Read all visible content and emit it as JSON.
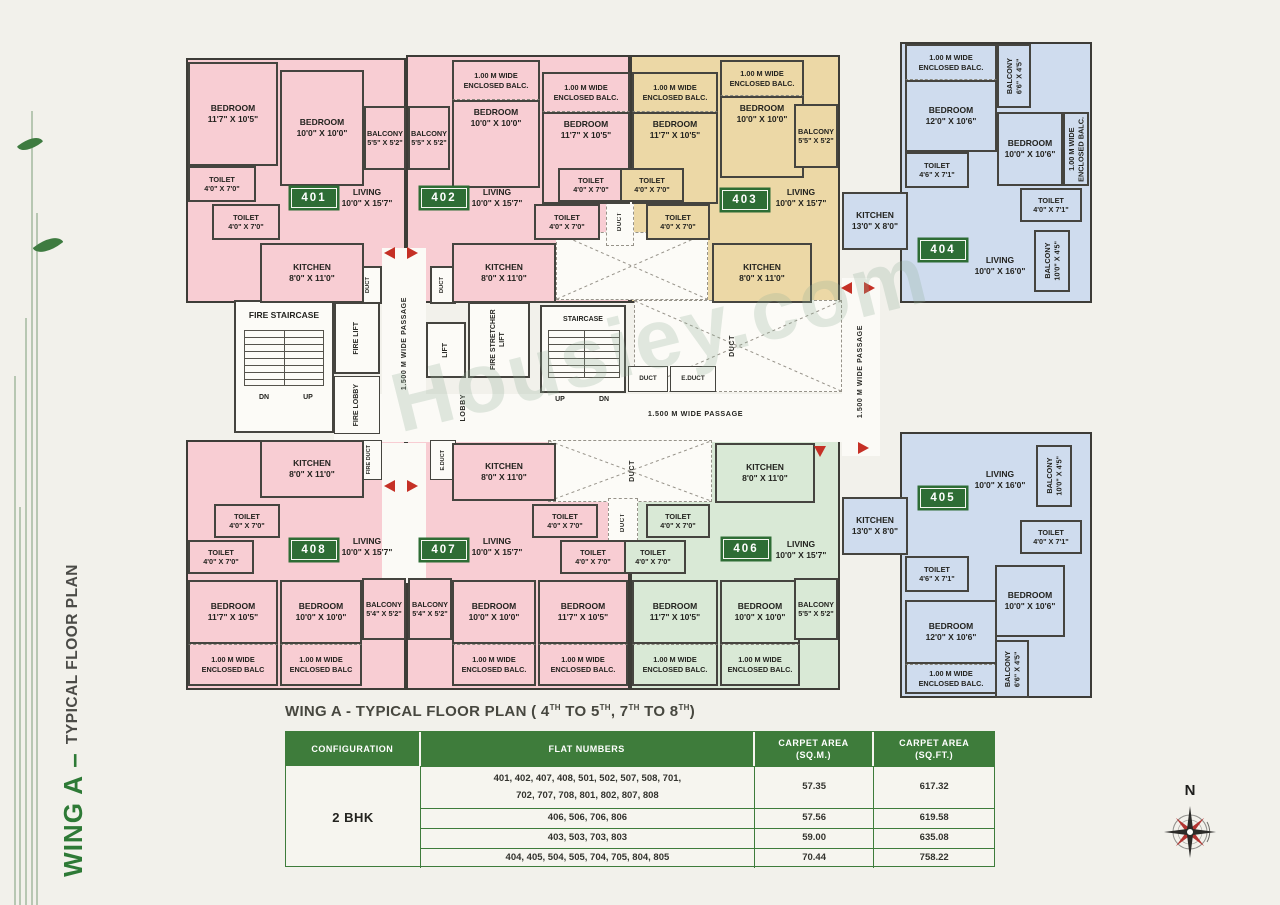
{
  "sidebar": {
    "wing": "WING A – ",
    "subtitle": "TYPICAL FLOOR PLAN"
  },
  "watermark": "Housiey.com",
  "compass": {
    "label": "N"
  },
  "title": {
    "p1": "WING A - TYPICAL FLOOR PLAN ( 4",
    "s1": "TH",
    "p2": " TO 5",
    "s2": "TH",
    "p3": ", 7",
    "s3": "TH",
    "p4": " TO 8",
    "s4": "TH",
    "p5": ")"
  },
  "units": {
    "u401": "401",
    "u402": "402",
    "u403": "403",
    "u404": "404",
    "u405": "405",
    "u406": "406",
    "u407": "407",
    "u408": "408"
  },
  "rooms": {
    "bed_117_105": {
      "n": "BEDROOM",
      "d": "11'7\" X 10'5\""
    },
    "bed_100_100": {
      "n": "BEDROOM",
      "d": "10'0\" X 10'0\""
    },
    "bed_120_106": {
      "n": "BEDROOM",
      "d": "12'0\" X 10'6\""
    },
    "bed_100_106": {
      "n": "BEDROOM",
      "d": "10'0\" X 10'6\""
    },
    "balc_55_52": {
      "n": "BALCONY",
      "d": "5'5\" X 5'2\""
    },
    "balc_54_52": {
      "n": "BALCONY",
      "d": "5'4\" X 5'2\""
    },
    "balc_66_45": {
      "n": "BALCONY",
      "d": "6'6\" X 4'5\""
    },
    "balc_100_45": {
      "n": "BALCONY",
      "d": "10'0\" X 4'5\""
    },
    "toi_40_70": {
      "n": "TOILET",
      "d": "4'0\" X 7'0\""
    },
    "toi_46_71": {
      "n": "TOILET",
      "d": "4'6\" X 7'1\""
    },
    "toi_40_71": {
      "n": "TOILET",
      "d": "4'0\" X 7'1\""
    },
    "liv_100_157": {
      "n": "LIVING",
      "d": "10'0\" X 15'7\""
    },
    "liv_100_160": {
      "n": "LIVING",
      "d": "10'0\" X 16'0\""
    },
    "kit_80_110": {
      "n": "KITCHEN",
      "d": "8'0\" X 11'0\""
    },
    "kit_130_80": {
      "n": "KITCHEN",
      "d": "13'0\" X 8'0\""
    },
    "encl": {
      "n": "1.00 M WIDE",
      "d": "ENCLOSED BALC."
    },
    "encl_np": {
      "n": "1.00 M WIDE",
      "d": "ENCLOSED BALC"
    }
  },
  "core": {
    "fire_staircase": "FIRE STAIRCASE",
    "fire_lift": "FIRE LIFT",
    "fire_lobby": "FIRE LOBBY",
    "fire_duct": "FIRE DUCT",
    "lift": "LIFT",
    "stretcher": "FIRE STRETCHER LIFT",
    "lobby": "LOBBY",
    "staircase": "STAIRCASE",
    "duct": "DUCT",
    "educt": "E.DUCT",
    "up": "UP",
    "dn": "DN",
    "passage_v": "1.500 M WIDE PASSAGE",
    "passage_h": "1.500 M  WIDE PASSAGE"
  },
  "table": {
    "headers": {
      "configuration": "CONFIGURATION",
      "flat_numbers": "FLAT NUMBERS",
      "carpet_sqm_1": "CARPET AREA",
      "carpet_sqm_2": "(SQ.M.)",
      "carpet_sqft_1": "CARPET AREA",
      "carpet_sqft_2": "(SQ.FT.)"
    },
    "configuration": "2 BHK",
    "rows": [
      {
        "flats_l1": "401, 402, 407, 408, 501, 502, 507, 508, 701,",
        "flats_l2": "702, 707, 708, 801, 802, 807, 808",
        "sqm": "57.35",
        "sqft": "617.32"
      },
      {
        "flats": "406, 506, 706, 806",
        "sqm": "57.56",
        "sqft": "619.58"
      },
      {
        "flats": "403, 503, 703, 803",
        "sqm": "59.00",
        "sqft": "635.08"
      },
      {
        "flats": "404, 405, 504, 505, 704, 705, 804, 805",
        "sqm": "70.44",
        "sqft": "758.22"
      }
    ]
  },
  "colors": {
    "pink": "#f8cdd3",
    "tan": "#ecd8a6",
    "blue": "#cfdcee",
    "green": "#d9e9d6",
    "badge_green": "#2e6d35",
    "table_header_green": "#3e7c3b",
    "arrow_red": "#c53026",
    "wall": "#45443f"
  }
}
